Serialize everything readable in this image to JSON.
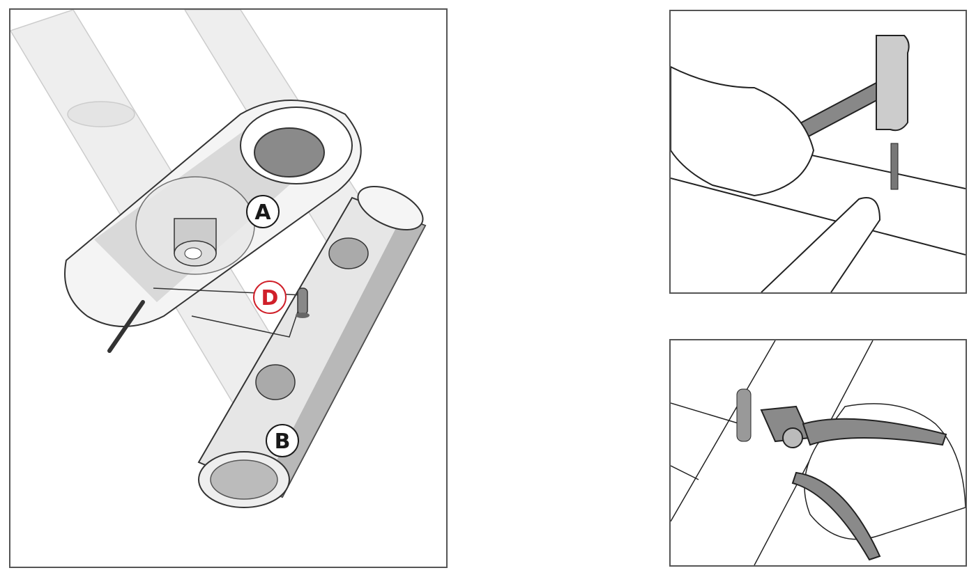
{
  "main_diagram": {
    "labels": {
      "a": "A",
      "b": "B",
      "d": "D"
    },
    "label_color_default": "#1a1a1a",
    "label_color_highlight": "#d0202a"
  },
  "step_hammer": {},
  "step_pliers": {}
}
